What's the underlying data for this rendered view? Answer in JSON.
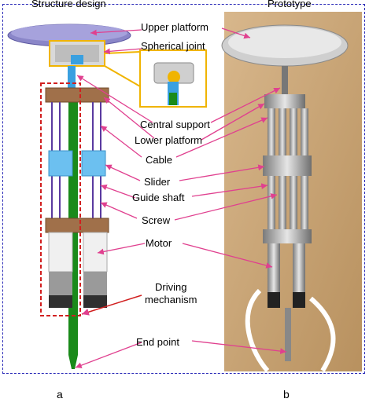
{
  "headers": {
    "left": "Structure design",
    "right": "Prototype"
  },
  "labels": {
    "upper_platform": "Upper platform",
    "spherical_joint": "Spherical joint",
    "central_support": "Central support",
    "lower_platform": "Lower platform",
    "cable": "Cable",
    "slider": "Slider",
    "guide_shaft": "Guide shaft",
    "screw": "Screw",
    "motor": "Motor",
    "driving_line1": "Driving",
    "driving_line2": "mechanism",
    "end_point": "End point"
  },
  "panels": {
    "a": "a",
    "b": "b"
  },
  "colors": {
    "frame": "#2b2bb8",
    "arrow": "#e0408f",
    "driving_box": "#d11f1f",
    "zoom_box": "#f0b400",
    "platform": "#8a86c8",
    "shaft_green": "#1a8a1a",
    "bracket": "#a0704a",
    "slider_blue": "#6cc0f0",
    "cable_purple": "#5a3aa0",
    "photo_bg": "#c9a57c"
  }
}
